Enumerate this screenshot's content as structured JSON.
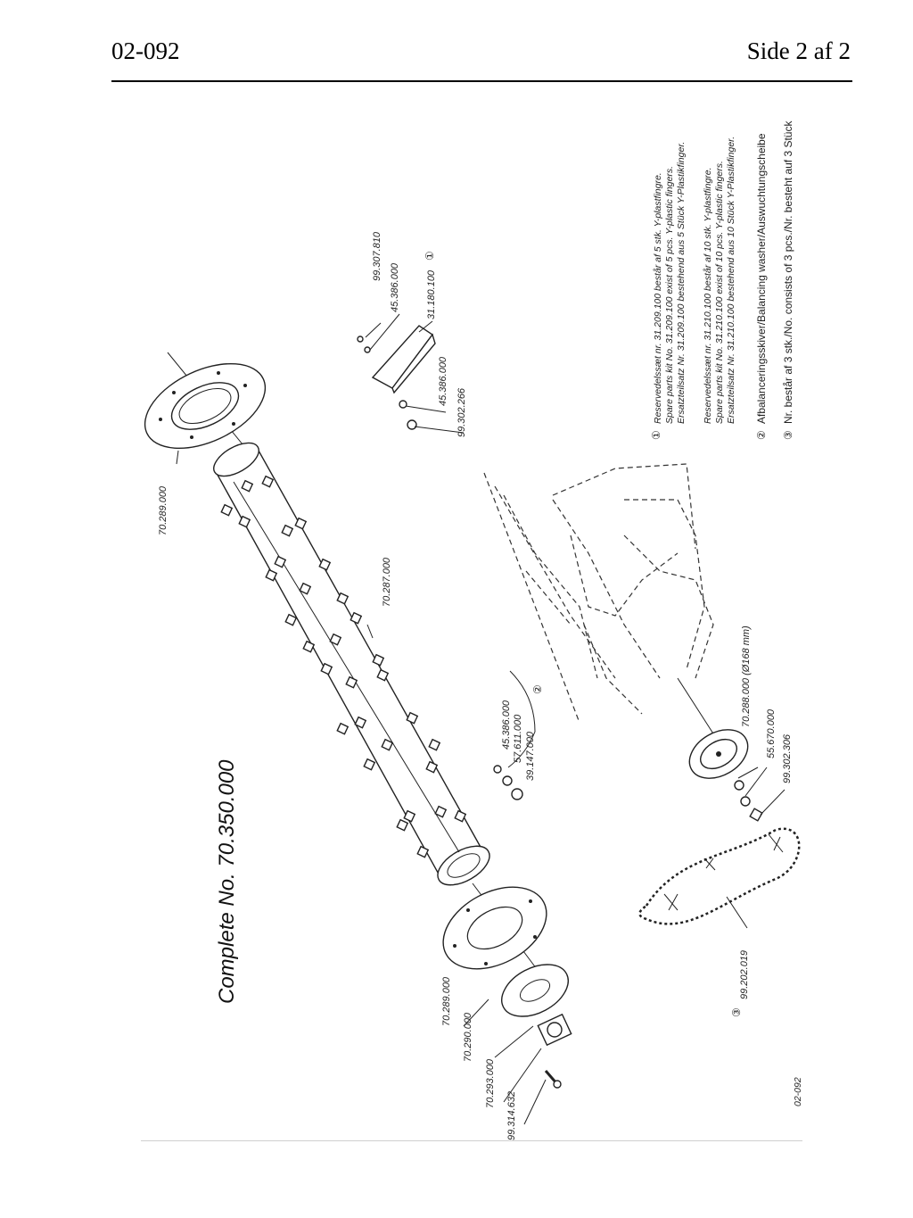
{
  "header": {
    "doc_number": "02-092",
    "page_label": "Side 2 af 2"
  },
  "drawing": {
    "title": "Complete No. 70.350.000",
    "drawing_id": "02-092",
    "part_labels": {
      "p70289000_top": "70.289.000",
      "p70287000": "70.287.000",
      "p45386000_a": "45.386.000",
      "p57611000": "57.611.000",
      "p39147000": "39.147.000",
      "p70289000_bottom": "70.289.000",
      "p70290000": "70.290.000",
      "p70293000": "70.293.000",
      "p99314632": "99.314.632",
      "p99202019": "99.202.019",
      "p70288000": "70.288.000 (Ø168 mm)",
      "p55670000": "55.670.000",
      "p99302306": "99.302.306",
      "p99307810": "99.307.810",
      "p45386000_b": "45.386.000",
      "p31180100": "31.180.100",
      "p45386000_c": "45.386.000",
      "p99302266": "99.302.266"
    },
    "callouts": {
      "c1": "①",
      "c2": "②",
      "c3": "③",
      "c3_list": "③"
    },
    "notes": {
      "n1_l1": "Reservedelssæt nr. 31.209.100 består af 5 stk. Y-plastfingre.",
      "n1_l2": "Spare parts kit No. 31.209.100 exist of 5 pcs. Y-plastic fingers.",
      "n1_l3": "Ersatzteilsatz Nr. 31.209.100 bestehend aus 5 Stück Y-Plastikfinger.",
      "n1_l4": "Reservedelssæt nr. 31.210.100 består af 10 stk. Y-plastfingre.",
      "n1_l5": "Spare parts kit No. 31.210.100 exist of 10 pcs. Y-plastic fingers.",
      "n1_l6": "Ersatzteilsatz Nr. 31.210.100 bestehend aus 10 Stück Y-Plastikfinger.",
      "n2": "Afbalanceringsskiver/Balancing washer/Auswuchtungscheibe",
      "n3": "Nr. består af 3 stk./No. consists of 3 pcs./Nr. besteht auf 3 Stück"
    }
  }
}
